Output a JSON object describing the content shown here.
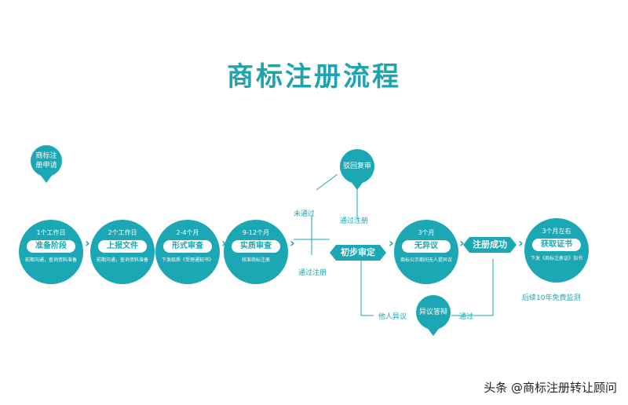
{
  "title": "商标注册流程",
  "start_pin": "商标注册申请",
  "steps": [
    {
      "time": "1个工作日",
      "name": "准备阶段",
      "note": "前期沟通，查询资料准备"
    },
    {
      "time": "2个工作日",
      "name": "上报文件",
      "note": "前期沟通，查询资料准备"
    },
    {
      "time": "2-4个月",
      "name": "形式审查",
      "note": "下发纸质《受理通知书》"
    },
    {
      "time": "9-12个月",
      "name": "实质审查",
      "note": "核准商标注册"
    },
    {
      "time": "3个月",
      "name": "无异议",
      "note": "商标公示期间无人提异议"
    },
    {
      "time": "3个月左右",
      "name": "获取证书",
      "note": "下发《商标注册证》加书"
    }
  ],
  "reject_pin": "驳回复审",
  "objection_pin": "异议答辩",
  "stage_initial": "初步审定",
  "stage_success": "注册成功",
  "labels": {
    "not_passed": "未通过",
    "passed_reg_1": "通过注册",
    "passed_reg_2": "通过注册",
    "others_objection": "他人异议",
    "passed": "通过",
    "monitoring": "后续10年免费监测"
  },
  "footer": "头条 @商标注册转让顾问"
}
